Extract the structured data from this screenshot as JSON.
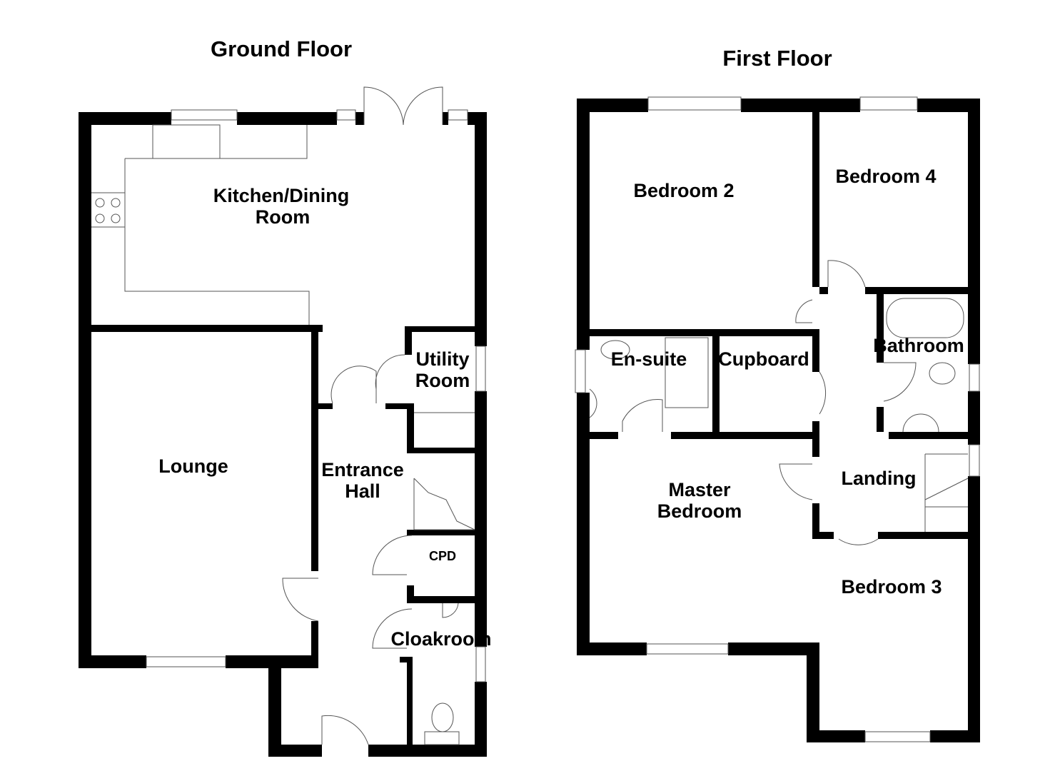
{
  "ground_floor": {
    "title": "Ground Floor",
    "rooms": {
      "kitchen_line1": "Kitchen/Dining",
      "kitchen_line2": "Room",
      "utility_line1": "Utility",
      "utility_line2": "Room",
      "lounge": "Lounge",
      "hall_line1": "Entrance",
      "hall_line2": "Hall",
      "cpd": "CPD",
      "cloakroom": "Cloakroom"
    }
  },
  "first_floor": {
    "title": "First Floor",
    "rooms": {
      "bedroom2": "Bedroom 2",
      "bedroom4": "Bedroom 4",
      "ensuite": "En-suite",
      "cupboard": "Cupboard",
      "bathroom": "Bathroom",
      "master_line1": "Master",
      "master_line2": "Bedroom",
      "landing": "Landing",
      "bedroom3": "Bedroom 3"
    }
  }
}
